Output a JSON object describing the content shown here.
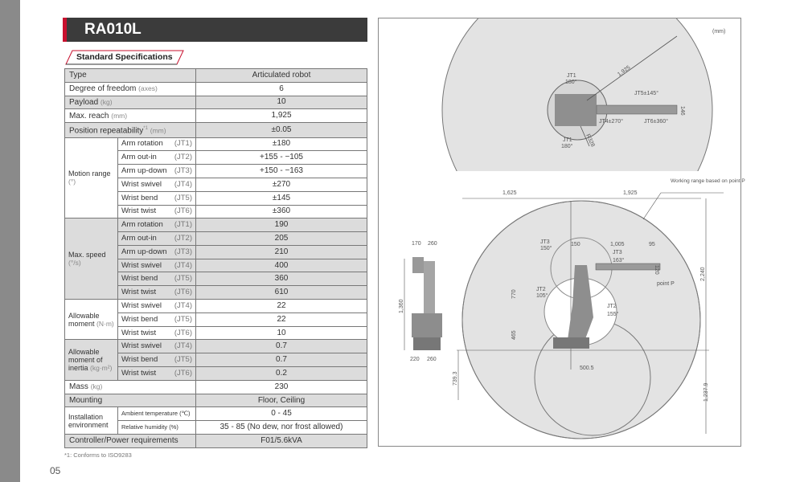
{
  "model": "RA010L",
  "section": "Standard Specifications",
  "accent": "#c8102e",
  "specs": {
    "type": {
      "label": "Type",
      "value": "Articulated robot"
    },
    "dof": {
      "label": "Degree of freedom",
      "unit": "(axes)",
      "value": "6"
    },
    "payload": {
      "label": "Payload",
      "unit": "(kg)",
      "value": "10"
    },
    "reach": {
      "label": "Max. reach",
      "unit": "(mm)",
      "value": "1,925"
    },
    "repeat": {
      "label": "Position repeatability",
      "sup": "*1",
      "unit": "(mm)",
      "value": "±0.05"
    },
    "motion": {
      "label": "Motion range",
      "unit": "(°)",
      "rows": [
        {
          "name": "Arm rotation",
          "jt": "(JT1)",
          "value": "±180"
        },
        {
          "name": "Arm out-in",
          "jt": "(JT2)",
          "value": "+155 - −105"
        },
        {
          "name": "Arm up-down",
          "jt": "(JT3)",
          "value": "+150 - −163"
        },
        {
          "name": "Wrist swivel",
          "jt": "(JT4)",
          "value": "±270"
        },
        {
          "name": "Wrist bend",
          "jt": "(JT5)",
          "value": "±145"
        },
        {
          "name": "Wrist twist",
          "jt": "(JT6)",
          "value": "±360"
        }
      ]
    },
    "speed": {
      "label": "Max. speed",
      "unit": "(°/s)",
      "rows": [
        {
          "name": "Arm rotation",
          "jt": "(JT1)",
          "value": "190"
        },
        {
          "name": "Arm out-in",
          "jt": "(JT2)",
          "value": "205"
        },
        {
          "name": "Arm up-down",
          "jt": "(JT3)",
          "value": "210"
        },
        {
          "name": "Wrist swivel",
          "jt": "(JT4)",
          "value": "400"
        },
        {
          "name": "Wrist bend",
          "jt": "(JT5)",
          "value": "360"
        },
        {
          "name": "Wrist twist",
          "jt": "(JT6)",
          "value": "610"
        }
      ]
    },
    "moment": {
      "label": "Allowable moment",
      "unit": "(N·m)",
      "rows": [
        {
          "name": "Wrist swivel",
          "jt": "(JT4)",
          "value": "22"
        },
        {
          "name": "Wrist bend",
          "jt": "(JT5)",
          "value": "22"
        },
        {
          "name": "Wrist twist",
          "jt": "(JT6)",
          "value": "10"
        }
      ]
    },
    "inertia": {
      "label": "Allowable moment of inertia",
      "unit": "(kg·m²)",
      "rows": [
        {
          "name": "Wrist swivel",
          "jt": "(JT4)",
          "value": "0.7"
        },
        {
          "name": "Wrist bend",
          "jt": "(JT5)",
          "value": "0.7"
        },
        {
          "name": "Wrist twist",
          "jt": "(JT6)",
          "value": "0.2"
        }
      ]
    },
    "mass": {
      "label": "Mass",
      "unit": "(kg)",
      "value": "230"
    },
    "mounting": {
      "label": "Mounting",
      "value": "Floor, Ceiling"
    },
    "install": {
      "label": "Installation environment",
      "temp_label": "Ambient temperature (℃)",
      "temp": "0 - 45",
      "hum_label": "Relative humidity (%)",
      "hum": "35 - 85 (No dew, nor frost allowed)"
    },
    "controller": {
      "label": "Controller/Power requirements",
      "value": "F01/5.6kVA"
    }
  },
  "footnote": "*1: Conforms to ISO9283",
  "page_number": "05",
  "diagram": {
    "unit": "(mm)",
    "top": {
      "reach": "1,925",
      "jt1a": "JT1",
      "jt1a_val": "180°",
      "jt1b": "JT1",
      "jt1b_val": "180°",
      "r": "R328",
      "jt5": "JT5±145°",
      "jt4": "JT4±270°",
      "jt6": "JT6±360°",
      "width": "146"
    },
    "side": {
      "w1": "170",
      "w2": "260",
      "h": "1,360",
      "b1": "220",
      "b2": "260"
    },
    "front": {
      "left": "1,625",
      "right": "1,925",
      "note": "Working range based on point P",
      "jt3a": "JT3",
      "jt3a_val": "150°",
      "d150": "150",
      "d1005": "1,005",
      "d95": "95",
      "jt3b": "JT3",
      "jt3b_val": "163°",
      "d120": "120",
      "pointp": "point P",
      "h2240": "2,240",
      "d770": "770",
      "jt2a": "JT2",
      "jt2a_val": "105°",
      "jt2b": "JT2",
      "jt2b_val": "155°",
      "d465": "465",
      "d5005": "500.5",
      "d7393": "739.3",
      "d12379": "1,237.9"
    }
  }
}
